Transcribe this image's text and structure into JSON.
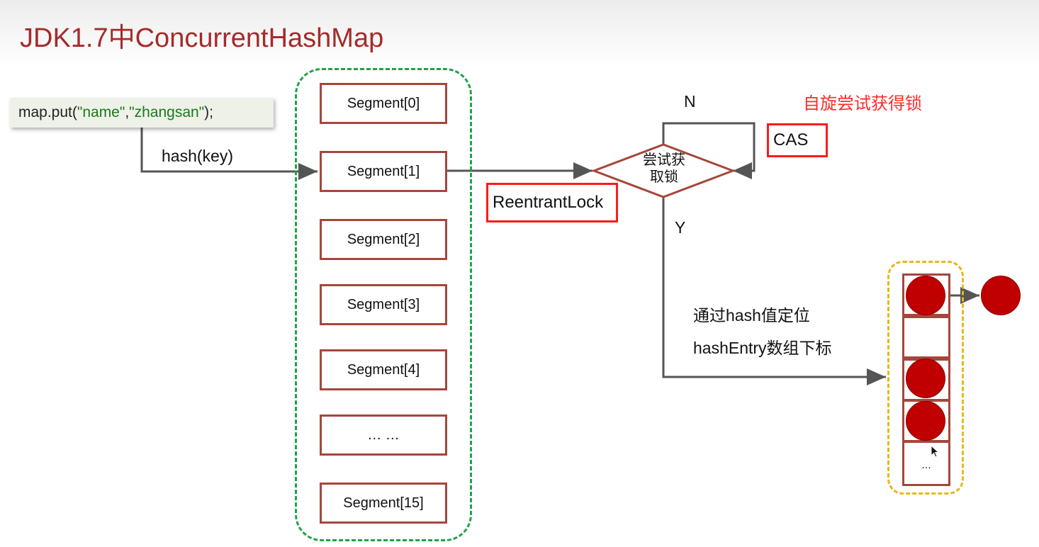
{
  "title": "JDK1.7中ConcurrentHashMap",
  "code": {
    "prefix": "map.put(",
    "arg1": "\"name\"",
    "sep": ",",
    "arg2": "\"zhangsan\"",
    "suffix": ");"
  },
  "hash_label": "hash(key)",
  "segments": [
    "Segment[0]",
    "Segment[1]",
    "Segment[2]",
    "Segment[3]",
    "Segment[4]",
    "… …",
    "Segment[15]"
  ],
  "reentrant_lock": "ReentrantLock",
  "decision": {
    "line1": "尝试获",
    "line2": "取锁",
    "no": "N",
    "yes": "Y"
  },
  "cas": "CAS",
  "spin_note": "自旋尝试获得锁",
  "locate": {
    "line1": "通过hash值定位",
    "line2": "hashEntry数组下标"
  },
  "bucket_more": "...",
  "colors": {
    "title": "#a52b2b",
    "segment_border": "#a5463b",
    "segment_container": "#1fa34a",
    "bucket_container": "#e8b818",
    "highlight": "#ff1a1a",
    "node": "#c00000"
  }
}
